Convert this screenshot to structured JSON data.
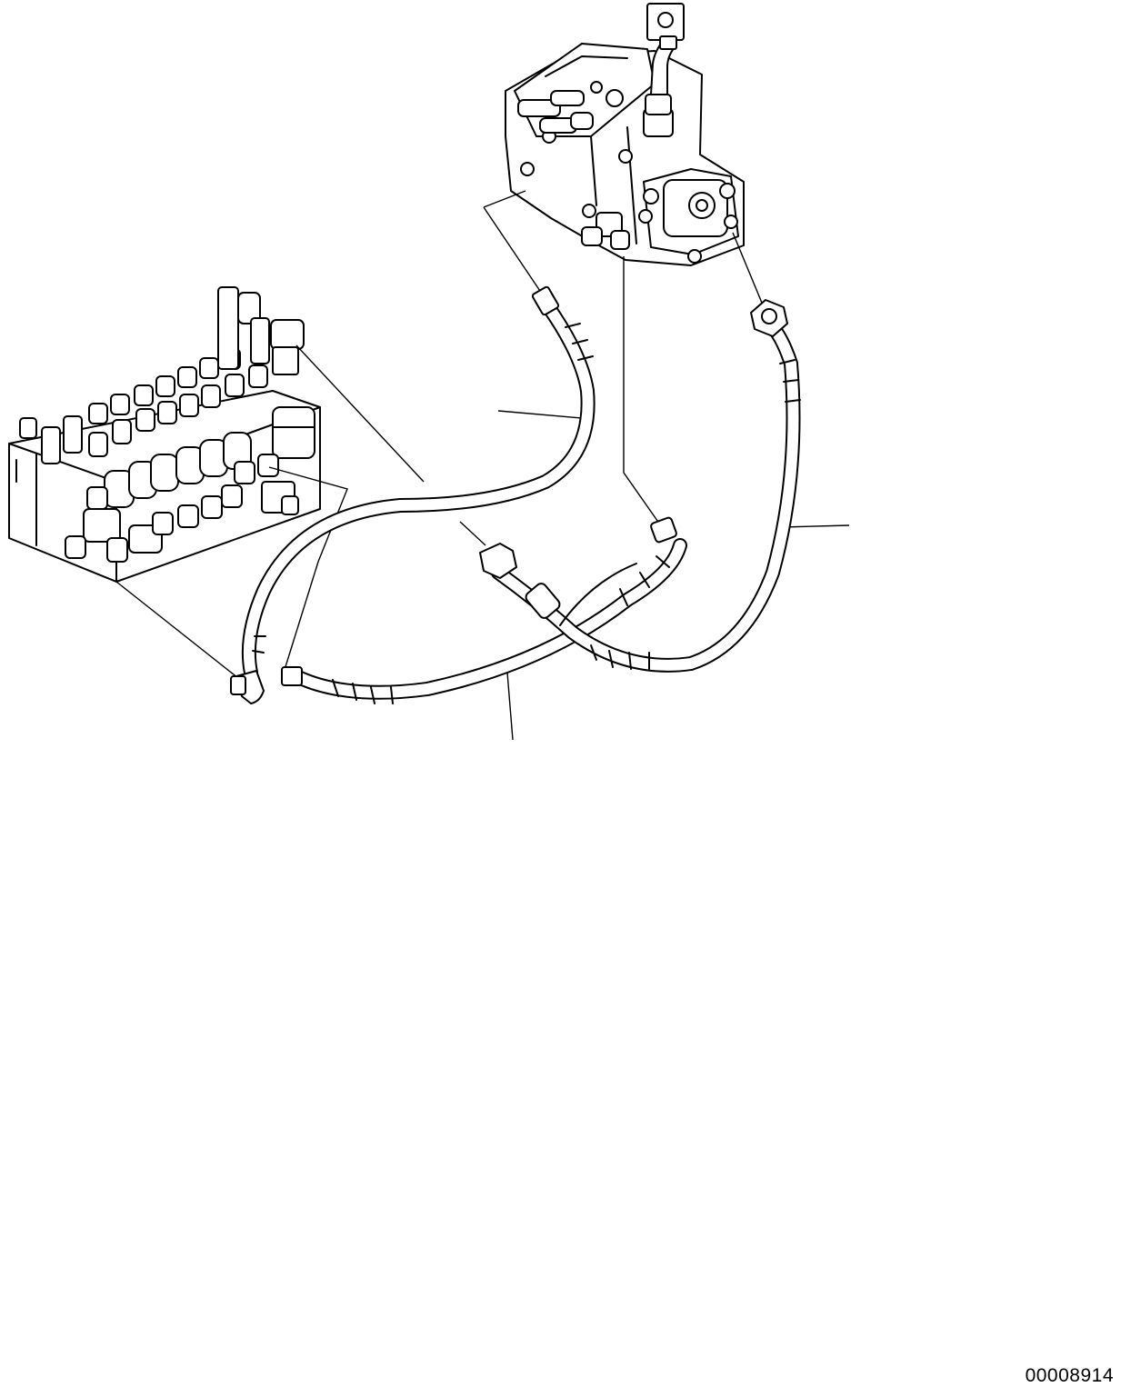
{
  "drawing": {
    "document_number": "00008914",
    "components": [
      {
        "id": "control-valve",
        "icon": "control-valve-icon"
      },
      {
        "id": "hydraulic-pump",
        "icon": "hydraulic-pump-icon"
      },
      {
        "id": "hose-a",
        "icon": "hose-icon"
      },
      {
        "id": "hose-b",
        "icon": "hose-icon"
      },
      {
        "id": "hose-c",
        "icon": "hose-icon"
      },
      {
        "id": "hose-d",
        "icon": "hose-icon"
      }
    ]
  }
}
